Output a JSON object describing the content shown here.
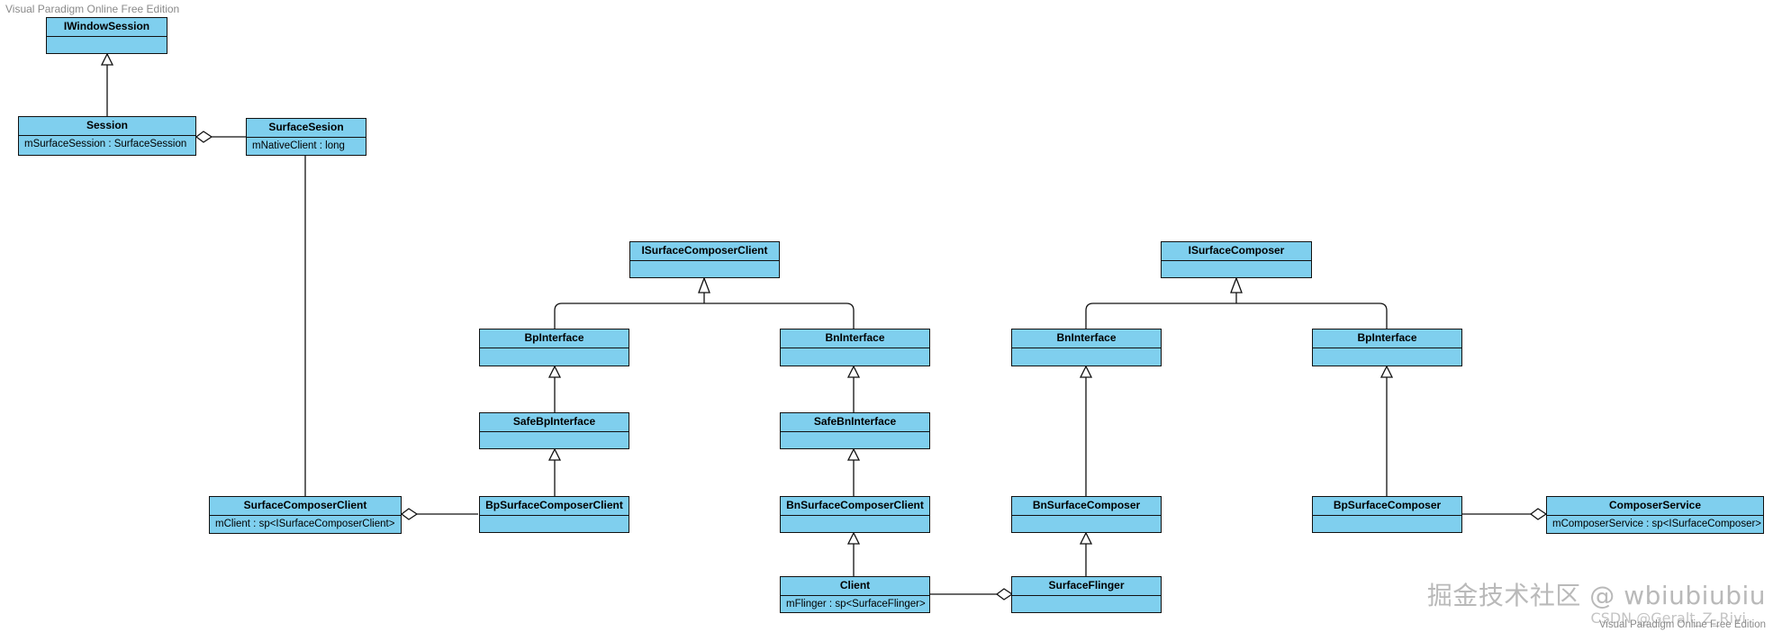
{
  "watermark_top": "Visual Paradigm Online Free Edition",
  "watermark_bottom": "Visual Paradigm Online Free Edition",
  "credit_main": "掘金技术社区 @ wbiubiubiu",
  "credit_sub": "CSDN @Geralt_Z_Rivi",
  "classes": {
    "iwindowsession": {
      "name": "IWindowSession",
      "attr": ""
    },
    "session": {
      "name": "Session",
      "attr": "mSurfaceSession : SurfaceSession"
    },
    "surfacesesion": {
      "name": "SurfaceSesion",
      "attr": "mNativeClient : long"
    },
    "isurfacecomposerclient": {
      "name": "ISurfaceComposerClient",
      "attr": ""
    },
    "bpinterface_left": {
      "name": "BpInterface",
      "attr": ""
    },
    "bninterface_left": {
      "name": "BnInterface",
      "attr": ""
    },
    "safebpinterface": {
      "name": "SafeBpInterface",
      "attr": ""
    },
    "safebninterface": {
      "name": "SafeBnInterface",
      "attr": ""
    },
    "surfacecomposerclient": {
      "name": "SurfaceComposerClient",
      "attr": "mClient : sp<ISurfaceComposerClient>"
    },
    "bpsurfacecomposerclient": {
      "name": "BpSurfaceComposerClient",
      "attr": ""
    },
    "bnsurfacecomposerclient": {
      "name": "BnSurfaceComposerClient",
      "attr": ""
    },
    "client": {
      "name": "Client",
      "attr": "mFlinger : sp<SurfaceFlinger>"
    },
    "isurfacecomposer": {
      "name": "ISurfaceComposer",
      "attr": ""
    },
    "bninterface_right": {
      "name": "BnInterface",
      "attr": ""
    },
    "bpinterface_right": {
      "name": "BpInterface",
      "attr": ""
    },
    "bnsurfacecomposer": {
      "name": "BnSurfaceComposer",
      "attr": ""
    },
    "surfaceflinger": {
      "name": "SurfaceFlinger",
      "attr": ""
    },
    "bpsurfacecomposer": {
      "name": "BpSurfaceComposer",
      "attr": ""
    },
    "composerservice": {
      "name": "ComposerService",
      "attr": "mComposerService : sp<ISurfaceComposer>"
    }
  }
}
